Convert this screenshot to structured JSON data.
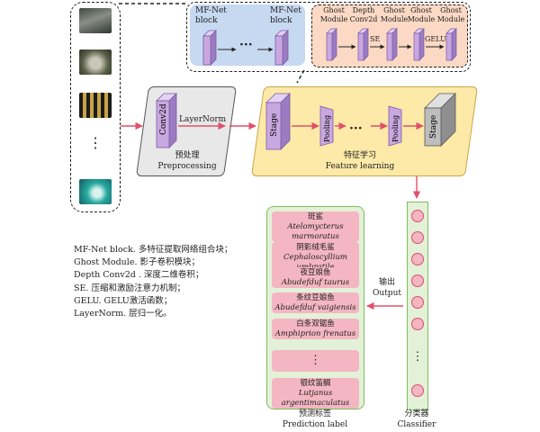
{
  "mfnet_zoom": {
    "block_left": "MF-Net\nblock",
    "block_right": "MF-Net\nblock",
    "dots": "···"
  },
  "ghost_chain": {
    "items": [
      "Ghost\nModule",
      "Depth\nConv2d",
      "Ghost\nModule",
      "Ghost\nModule",
      "Ghost\nModule"
    ],
    "se": "SE",
    "gelu": "GELU"
  },
  "preprocessing": {
    "conv": "Conv2d",
    "layernorm": "LayerNorm",
    "title_cn": "预处理",
    "title_en": "Preprocessing"
  },
  "feature_learning": {
    "stage_left": "Stage",
    "pooling_1": "Pooling",
    "dots": "···",
    "pooling_2": "Pooling",
    "stage_right": "Stage",
    "title_cn": "特征学习",
    "title_en": "Feature learning"
  },
  "images": {
    "dots": "⋮"
  },
  "output": {
    "cn": "输出",
    "en": "Output"
  },
  "prediction": {
    "labels": [
      {
        "cn": "斑鲨",
        "latin": "Atelomycterus marmoratus"
      },
      {
        "cn": "阴影绒毛鲨",
        "latin": "Cephaloscyllium umbratile"
      },
      {
        "cn": "夜豆娘鱼",
        "latin": "Abudefduf taurus"
      },
      {
        "cn": "条纹豆娘鱼",
        "latin": "Abudefduf vaigiensis"
      },
      {
        "cn": "白条双锯鱼",
        "latin": "Amphiprion frenatus"
      },
      {
        "cn": "银纹笛鲷",
        "latin": "Lutjanus argentimaculatus"
      }
    ],
    "dots": "⋮",
    "caption_cn": "预测标签",
    "caption_en": "Prediction label"
  },
  "classifier": {
    "dots": "⋮",
    "caption_cn": "分类器",
    "caption_en": "Classifier"
  },
  "legend": [
    "MF-Net block. 多特征提取网络组合块；",
    "Ghost Module. 影子卷积模块；",
    "Depth Conv2d . 深度二维卷积；",
    "SE. 压缩和激励注意力机制；",
    "GELU. GELU激活函数；",
    "LayerNorm. 层归一化。"
  ],
  "colors": {
    "arrow": "#e0506b",
    "mfnet_bg": "#c6d9f1",
    "ghost_bg": "#fbd9c4",
    "feature_bg": "#fde9a8",
    "preprocess_bg": "#e8e8e8",
    "block_face": "#c9a8e0",
    "block_side": "#9c7cc0",
    "label_pill": "#f4b6c2",
    "classifier_bg": "#e3f1d8"
  }
}
